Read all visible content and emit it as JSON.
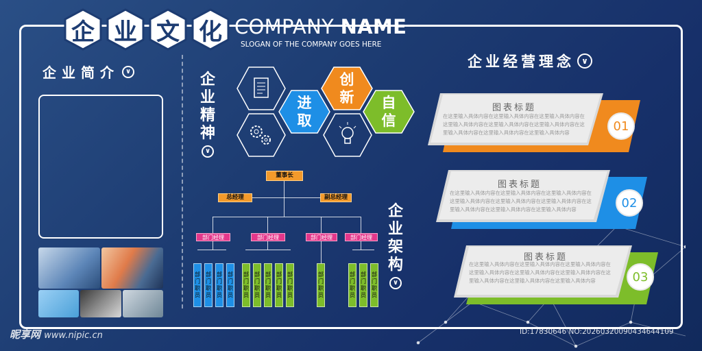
{
  "header": {
    "title_chars": [
      "企",
      "业",
      "文",
      "化"
    ],
    "company_light": "COMPANY",
    "company_bold": "NAME",
    "slogan": "SLOGAN OF THE COMPANY GOES HERE"
  },
  "intro": {
    "title": "企业简介"
  },
  "spirit": {
    "title_chars": [
      "企",
      "业",
      "精",
      "神"
    ],
    "hexes": [
      {
        "line1": "进",
        "line2": "取",
        "color": "#1e8fe6"
      },
      {
        "line1": "创",
        "line2": "新",
        "color": "#f08a1e"
      },
      {
        "line1": "自",
        "line2": "信",
        "color": "#7dbd2a"
      }
    ],
    "icons": [
      "document-icon",
      "gears-icon",
      "lightbulb-icon"
    ]
  },
  "structure": {
    "title_chars": [
      "企",
      "业",
      "架",
      "构"
    ],
    "chairman": "董事长",
    "gm": "总经理",
    "vgm": "副总经理",
    "department": "部门经理",
    "staff": "部门职员",
    "colors": {
      "top": "#f39a2b",
      "dept": "#e4378b",
      "blue": "#1e8fe6",
      "green": "#7dbd2a"
    }
  },
  "philosophy": {
    "title": "企业经营理念",
    "items": [
      {
        "title": "图表标题",
        "number": "01",
        "accent": "#f08a1e",
        "text": "在这里输入具体内容在这里输入具体内容在这里输入具体内容在这里输入具体内容在这里输入具体内容在这里输入具体内容在这里输入具体内容在这里输入具体内容在这里输入具体内容"
      },
      {
        "title": "图表标题",
        "number": "02",
        "accent": "#1e8fe6",
        "text": "在这里输入具体内容在这里输入具体内容在这里输入具体内容在这里输入具体内容在这里输入具体内容在这里输入具体内容在这里输入具体内容在这里输入具体内容在这里输入具体内容"
      },
      {
        "title": "图表标题",
        "number": "03",
        "accent": "#7dbd2a",
        "text": "在这里输入具体内容在这里输入具体内容在这里输入具体内容在这里输入具体内容在这里输入具体内容在这里输入具体内容在这里输入具体内容在这里输入具体内容在这里输入具体内容"
      }
    ]
  },
  "footer": {
    "watermark": "昵享网",
    "watermark_url": "www.nipic.cn",
    "id": "ID:17830646 NO:20260320090434644109"
  }
}
